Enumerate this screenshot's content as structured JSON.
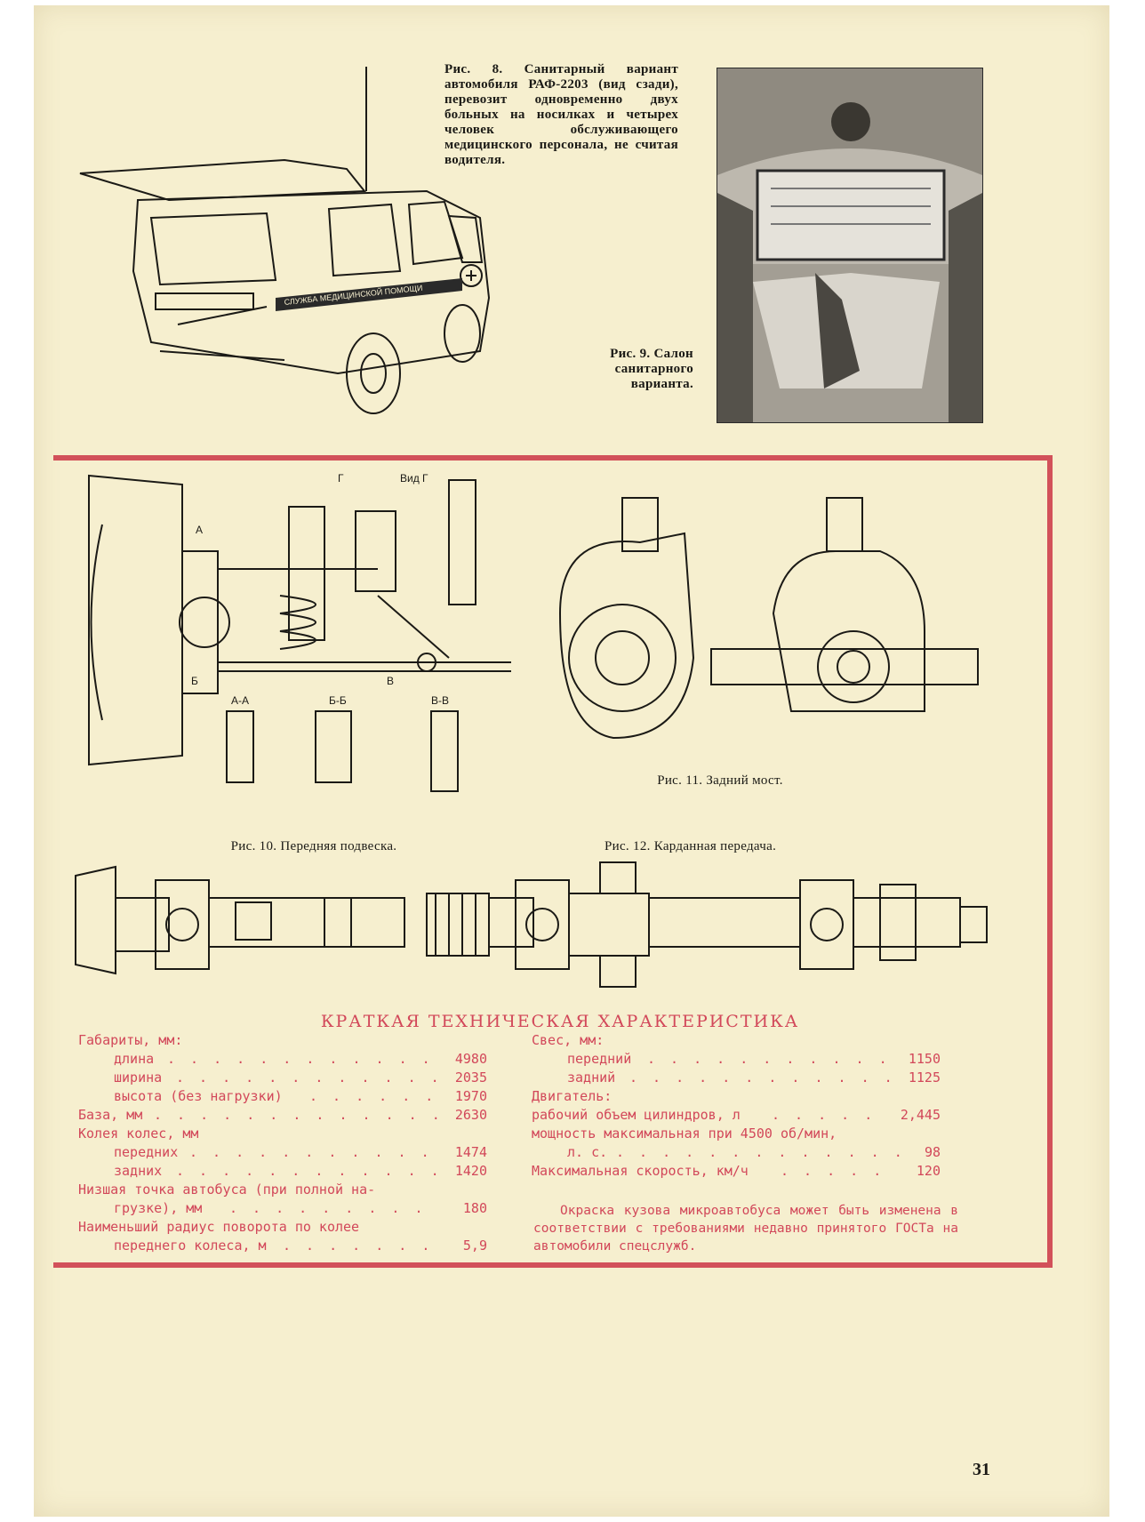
{
  "captions": {
    "fig8": "Рис. 8. Санитарный вариант автомобиля РАФ-2203 (вид сзади), перевозит одновременно двух больных на носилках и четырех человек обслуживающего медицинского персонала, не считая водителя.",
    "fig9": "Рис. 9. Салон санитарного варианта.",
    "fig10": "Рис. 10. Передняя подвеска.",
    "fig11": "Рис. 11. Задний мост.",
    "fig12": "Рис. 12. Карданная передача."
  },
  "drawing_labels": {
    "view_g": "Вид Г",
    "g": "Г",
    "a": "А",
    "b": "Б",
    "v": "В",
    "section_aa": "А-А",
    "section_bb": "Б-Б",
    "section_vv": "В-В",
    "van_side_text": "СЛУЖБА МЕДИЦИНСКОЙ ПОМОЩИ"
  },
  "specs": {
    "title": "КРАТКАЯ ТЕХНИЧЕСКАЯ ХАРАКТЕРИСТИКА",
    "left": [
      {
        "label": "Габариты, мм:",
        "value": ""
      },
      {
        "label": "длина",
        "value": "4980",
        "indent": true
      },
      {
        "label": "ширина",
        "value": "2035",
        "indent": true
      },
      {
        "label": "высота (без нагрузки)",
        "value": "1970",
        "indent": true
      },
      {
        "label": "База, мм",
        "value": "2630"
      },
      {
        "label": "Колея колес, мм",
        "value": ""
      },
      {
        "label": "передних",
        "value": "1474",
        "indent": true
      },
      {
        "label": "задних",
        "value": "1420",
        "indent": true
      },
      {
        "label": "Низшая точка автобуса (при полной на-",
        "value": ""
      },
      {
        "label": "грузке), мм",
        "value": "180",
        "indent": true
      },
      {
        "label": "Наименьший радиус поворота по колее",
        "value": ""
      },
      {
        "label": "переднего колеса, м",
        "value": "5,9",
        "indent": true
      }
    ],
    "right": [
      {
        "label": "Свес, мм:",
        "value": ""
      },
      {
        "label": "передний",
        "value": "1150",
        "indent": true
      },
      {
        "label": "задний",
        "value": "1125",
        "indent": true
      },
      {
        "label": "Двигатель:",
        "value": ""
      },
      {
        "label": "рабочий объем цилиндров, л",
        "value": "2,445"
      },
      {
        "label": "мощность максимальная при 4500 об/мин,",
        "value": ""
      },
      {
        "label": "л. с.",
        "value": "98",
        "indent": true
      },
      {
        "label": "Максимальная скорость, км/ч",
        "value": "120"
      }
    ],
    "note": "Окраска кузова микроавтобуса может быть изменена в соответствии с требованиями недавно принятого ГОСТа на автомобили спецслужб."
  },
  "page_number": "31",
  "colors": {
    "paper": "#f6efcf",
    "ink": "#1b1a16",
    "accent_red": "#d2485a"
  }
}
